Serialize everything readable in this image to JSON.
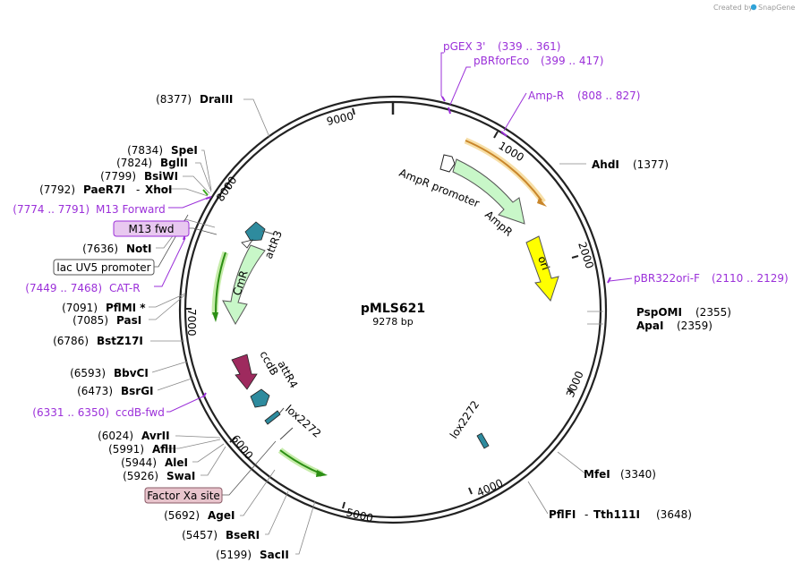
{
  "credit": {
    "prefix": "Created by",
    "brand": "SnapGene"
  },
  "plasmid": {
    "name": "pMLS621",
    "size": "9278 bp"
  },
  "ticks": [
    "1000",
    "2000",
    "3000",
    "4000",
    "5000",
    "6000",
    "7000",
    "8000",
    "9000"
  ],
  "sites": [
    {
      "pos": "(8377)",
      "name": "DraIII"
    },
    {
      "pos": "(7834)",
      "name": "SpeI"
    },
    {
      "pos": "(7824)",
      "name": "BglII"
    },
    {
      "pos": "(7799)",
      "name": "BsiWI"
    },
    {
      "pos": "(7792)",
      "name": "PaeR7I",
      "name2": "XhoI"
    },
    {
      "pos": "(7636)",
      "name": "NotI"
    },
    {
      "pos": "(7091)",
      "name": "PflMI *"
    },
    {
      "pos": "(7085)",
      "name": "PasI"
    },
    {
      "pos": "(6786)",
      "name": "BstZ17I"
    },
    {
      "pos": "(6593)",
      "name": "BbvCI"
    },
    {
      "pos": "(6473)",
      "name": "BsrGI"
    },
    {
      "pos": "(6024)",
      "name": "AvrII"
    },
    {
      "pos": "(5991)",
      "name": "AflII"
    },
    {
      "pos": "(5944)",
      "name": "AleI"
    },
    {
      "pos": "(5926)",
      "name": "SwaI"
    },
    {
      "pos": "(5692)",
      "name": "AgeI"
    },
    {
      "pos": "(5457)",
      "name": "BseRI"
    },
    {
      "pos": "(5199)",
      "name": "SacII"
    },
    {
      "pos": "(1377)",
      "name": "AhdI"
    },
    {
      "pos": "(2355)",
      "name": "PspOMI"
    },
    {
      "pos": "(2359)",
      "name": "ApaI"
    },
    {
      "pos": "(3340)",
      "name": "MfeI"
    },
    {
      "pos": "(3648)",
      "name": "PflFI",
      "name2": "Tth111I"
    }
  ],
  "primers": [
    {
      "name": "pGEX 3'",
      "range": "(339 .. 361)"
    },
    {
      "name": "pBRforEco",
      "range": "(399 .. 417)"
    },
    {
      "name": "Amp-R",
      "range": "(808 .. 827)"
    },
    {
      "name": "pBR322ori-F",
      "range": "(2110 .. 2129)"
    },
    {
      "name": "M13 Forward",
      "range": "(7774 .. 7791)"
    },
    {
      "name": "CAT-R",
      "range": "(7449 .. 7468)"
    },
    {
      "name": "ccdB-fwd",
      "range": "(6331 .. 6350)"
    }
  ],
  "boxed": [
    {
      "name": "M13 fwd"
    },
    {
      "name": "lac UV5 promoter"
    },
    {
      "name": "Factor Xa site"
    }
  ],
  "features": {
    "ampr_promoter": "AmpR promoter",
    "ampr": "AmpR",
    "ori": "ori",
    "cmr": "CmR",
    "attr3": "attR3",
    "attr4": "attR4",
    "ccdb": "ccdB",
    "lox_left": "lox2272",
    "lox_right": "lox2272"
  },
  "colors": {
    "backbone": "#222222",
    "primer": "#9b30d9",
    "ampr_fill": "#c8f7c8",
    "ori_fill": "#ffff00",
    "ccdb_fill": "#9e2a5e",
    "att_fill": "#2e8b9e",
    "orange": "#e8a23a",
    "green_line": "#3aa81c",
    "boxed_pink": "#e8c8f0",
    "boxed_rose": "#e8c4cc"
  }
}
